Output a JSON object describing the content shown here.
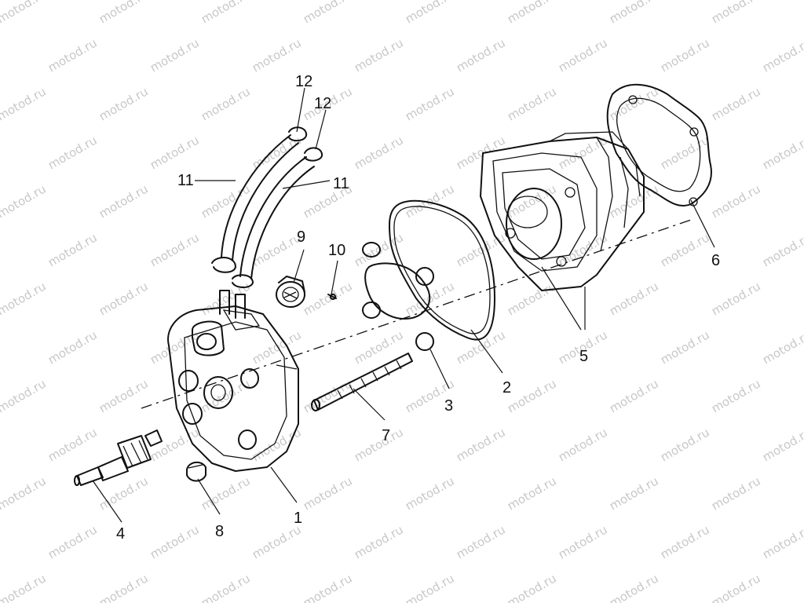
{
  "diagram": {
    "watermark": "motod.ru",
    "callouts": [
      {
        "id": "c1",
        "label": "1"
      },
      {
        "id": "c2",
        "label": "2"
      },
      {
        "id": "c3",
        "label": "3"
      },
      {
        "id": "c4",
        "label": "4"
      },
      {
        "id": "c5",
        "label": "5"
      },
      {
        "id": "c6",
        "label": "6"
      },
      {
        "id": "c7",
        "label": "7"
      },
      {
        "id": "c8",
        "label": "8"
      },
      {
        "id": "c9",
        "label": "9"
      },
      {
        "id": "c10",
        "label": "10"
      },
      {
        "id": "c11a",
        "label": "11"
      },
      {
        "id": "c11b",
        "label": "11"
      },
      {
        "id": "c12a",
        "label": "12"
      },
      {
        "id": "c12b",
        "label": "12"
      }
    ]
  }
}
